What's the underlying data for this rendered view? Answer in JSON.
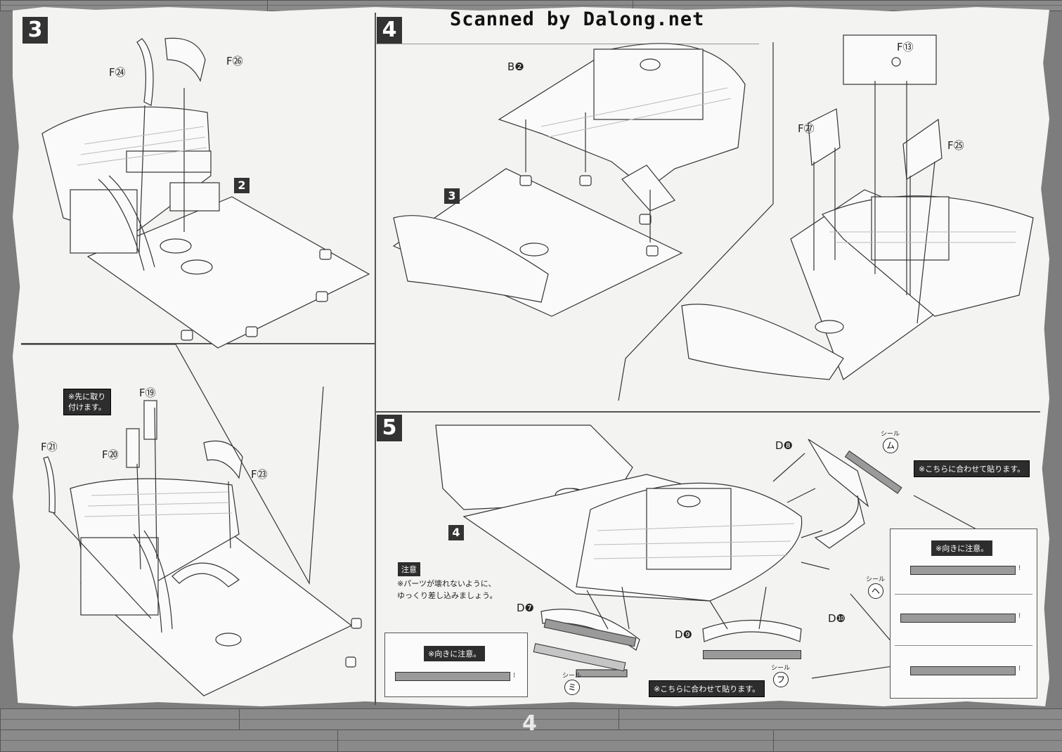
{
  "watermark": "Scanned by Dalong.net",
  "page_number": "4",
  "steps": [
    {
      "number": "3"
    },
    {
      "number": "4"
    },
    {
      "number": "5"
    }
  ],
  "step3": {
    "parts_top": [
      "F㉔",
      "F㉖"
    ],
    "ref_badge": "2",
    "callout": "※先に取り\n付けます。",
    "parts_bottom": [
      "F⑲",
      "F⑳",
      "F㉑",
      "F㉓"
    ]
  },
  "step4": {
    "parts": [
      "B❷",
      "F⑬",
      "F㉗",
      "F㉕"
    ],
    "ref_badge": "3"
  },
  "step5": {
    "parts": [
      "D❽",
      "D❼",
      "D❾",
      "D❿"
    ],
    "ref_badge": "4",
    "caution_badge": "注意",
    "caution_text": "※パーツが壊れないように、\nゆっくり差し込みましょう。",
    "seal_word": "シール",
    "seals": [
      "ム",
      "ヘ",
      "ミ",
      "フ"
    ],
    "apply_here": "※こちらに合わせて貼ります。",
    "orientation_note": "※向きに注意。"
  },
  "colors": {
    "frame": "#7d7d7d",
    "paper": "#f3f3f1",
    "ink": "#2d2d2d"
  }
}
